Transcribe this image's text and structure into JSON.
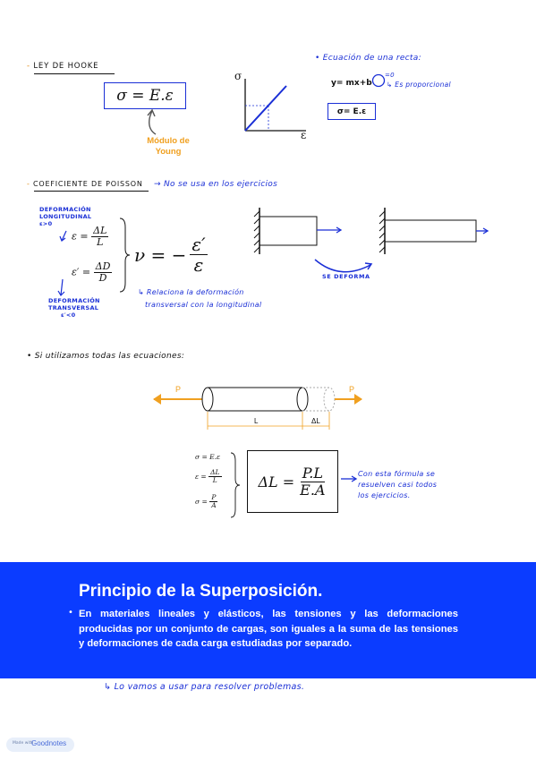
{
  "hooke": {
    "heading": "LEY DE HOOKE",
    "formula": "σ = E.ε",
    "modulo_label_line1": "Módulo de",
    "modulo_label_line2": "Young",
    "graph_y": "σ",
    "graph_x": "ε"
  },
  "recta": {
    "title": "Ecuación de una recta:",
    "equation": "y= mx+b",
    "b_zero": "=0",
    "note": "Es proporcional",
    "boxed": "σ= E.ε"
  },
  "poisson": {
    "heading": "COEFICIENTE DE POISSON",
    "note": "No se usa en los ejercicios",
    "long_label_line1": "DEFORMACIÓN",
    "long_label_line2": "LONGITUDINAL",
    "long_cond": "ε>0",
    "eps": "ε =",
    "dL": "ΔL",
    "L": "L",
    "eps_prime": "ε′ =",
    "dD": "ΔD",
    "D": "D",
    "nu": "ν = −",
    "nu_num": "ε′",
    "nu_den": "ε",
    "trans_label_line1": "DEFORMACIÓN",
    "trans_label_line2": "TRANSVERSAL",
    "trans_cond": "ε′<0",
    "relation_line1": "Relaciona la deformación",
    "relation_line2": "transversal con la longitudinal",
    "deforma": "SE DEFORMA"
  },
  "ecuaciones": {
    "heading": "Si utilizamos todas las ecuaciones:",
    "force_left": "P",
    "force_right": "P",
    "dim_L": "L",
    "dim_dL": "ΔL",
    "sys1": "σ = E.ε",
    "sys2_lhs": "ε =",
    "sys2_num": "ΔL",
    "sys2_den": "L",
    "sys3_lhs": "σ =",
    "sys3_num": "P",
    "sys3_den": "A",
    "main_lhs": "ΔL =",
    "main_num": "P.L",
    "main_den": "E.A",
    "note_line1": "Con esta fórmula se",
    "note_line2": "resuelven casi todos",
    "note_line3": "los ejercicios."
  },
  "superposicion": {
    "title": "Principio de la Superposición.",
    "bullet": "•",
    "text": "En materiales lineales y elásticos, las tensiones y las deformaciones producidas por un conjunto de cargas, son iguales a la suma de las tensiones y deformaciones de cada carga estudiadas por separado.",
    "note": "Lo vamos a usar para resolver problemas."
  },
  "badge": {
    "made_with": "Made with",
    "brand": "Goodnotes"
  }
}
